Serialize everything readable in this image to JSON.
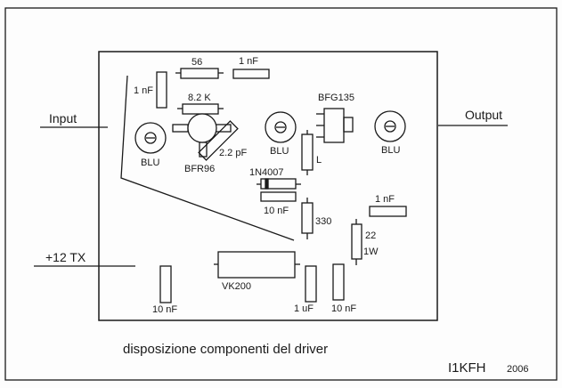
{
  "diagram": {
    "caption": "disposizione componenti del driver",
    "author": "I1KFH",
    "year": "2006",
    "ports": {
      "input": "Input",
      "output": "Output",
      "supply": "+12 TX"
    },
    "components": {
      "r56": "56",
      "c1nf_top": "1 nF",
      "c1nf_left": "1 nF",
      "r8k2": "8.2 K",
      "bfr96": "BFR96",
      "c2p2": "2.2 pF",
      "blu_left": "BLU",
      "blu_mid": "BLU",
      "blu_right": "BLU",
      "bfg135": "BFG135",
      "inductor": "L",
      "diode": "1N4007",
      "c10nf_mid": "10 nF",
      "r330": "330",
      "c1nf_right": "1 nF",
      "r22_value": "22",
      "r22_power": "1W",
      "vk200": "VK200",
      "c10nf_left": "10 nF",
      "c1uf": "1 uF",
      "c10nf_right": "10 nF"
    }
  }
}
